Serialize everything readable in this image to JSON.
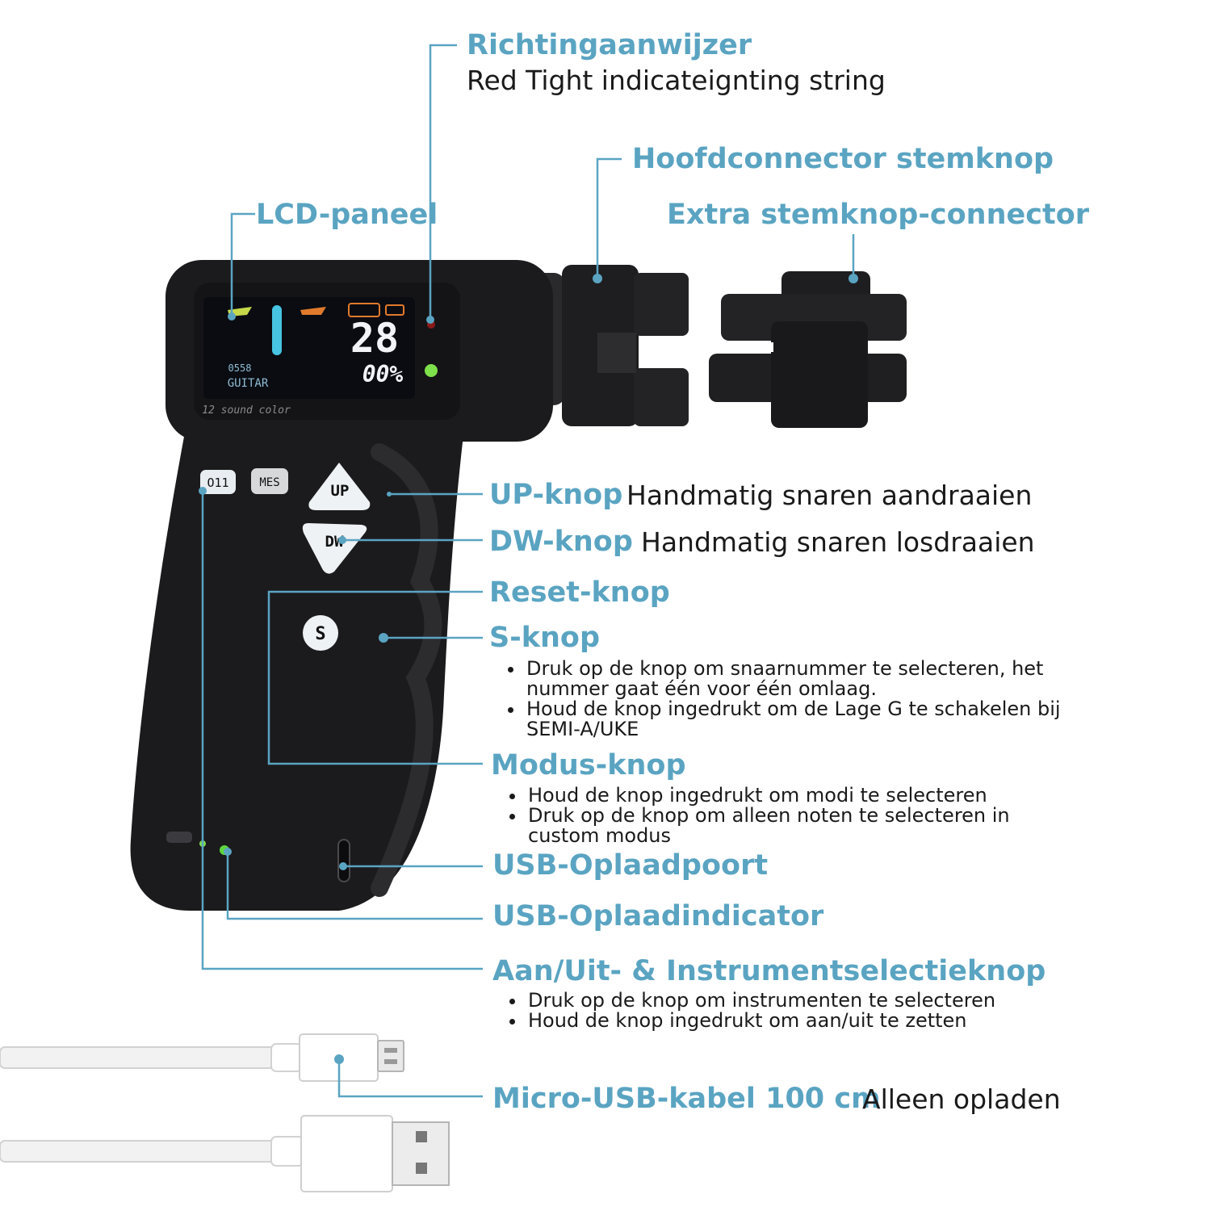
{
  "colors": {
    "accent": "#5aa4c2",
    "leader": "#5aa4c2",
    "text": "#1a1a1a",
    "device": "#1b1b1d",
    "led_green": "#7ee04a",
    "led_red": "#8a1a1a"
  },
  "device": {
    "lcd": {
      "number": "28",
      "percent": "00%",
      "mode_code": "0558",
      "instrument": "GUITAR"
    },
    "lcd_caption": "12 sound color",
    "buttons": {
      "power": "O11",
      "mode": "MES",
      "up": "UP",
      "down": "DW",
      "s": "S"
    }
  },
  "callouts": {
    "richting": {
      "title": "Richtingaanwijzer",
      "desc": "Red Tight indicateignting string"
    },
    "hoofdconnector": {
      "title": "Hoofdconnector stemknop"
    },
    "lcd": {
      "title": "LCD-paneel"
    },
    "extra": {
      "title": "Extra stemknop-connector"
    },
    "up": {
      "title": "UP-knop",
      "desc": "Handmatig snaren aandraaien"
    },
    "dw": {
      "title": "DW-knop",
      "desc": "Handmatig snaren losdraaien"
    },
    "reset": {
      "title": "Reset-knop"
    },
    "s": {
      "title": "S-knop",
      "bullets": [
        "Druk op de knop om snaarnummer te selecteren, het nummer gaat één voor één omlaag.",
        "Houd de knop ingedrukt om de Lage G te schakelen bij SEMI-A/UKE"
      ]
    },
    "modus": {
      "title": "Modus-knop",
      "bullets": [
        "Houd de knop ingedrukt om modi te selecteren",
        "Druk op de knop om alleen noten te selecteren in custom modus"
      ]
    },
    "usb_port": {
      "title": "USB-Oplaadpoort"
    },
    "usb_indicator": {
      "title": "USB-Oplaadindicator"
    },
    "power": {
      "title": "Aan/Uit- & Instrumentselectieknop",
      "bullets": [
        "Druk op de knop om instrumenten te selecteren",
        "Houd de knop ingedrukt om aan/uit te zetten"
      ]
    },
    "cable": {
      "title": "Micro-USB-kabel 100 cm",
      "desc": "Alleen opladen"
    }
  }
}
